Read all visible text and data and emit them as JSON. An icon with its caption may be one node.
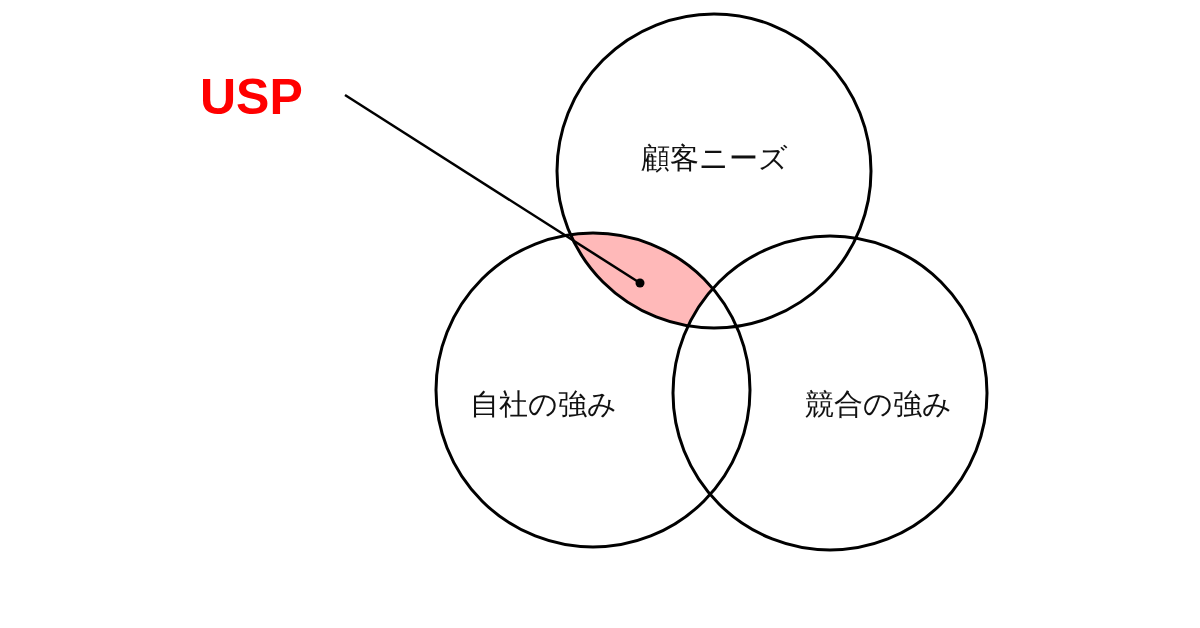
{
  "diagram": {
    "nodes": [
      {
        "text": [
          "USP"
        ]
      },
      {
        "text": [
          "顧客ニーズ"
        ]
      },
      {
        "text": [
          "自社の強み"
        ]
      },
      {
        "text": [
          "競合の強み"
        ]
      },
      {
        "text": [],
        "shape": "lens"
      }
    ],
    "edges": [
      {
        "from": 0,
        "to": 4,
        "arrow": "other"
      }
    ]
  }
}
